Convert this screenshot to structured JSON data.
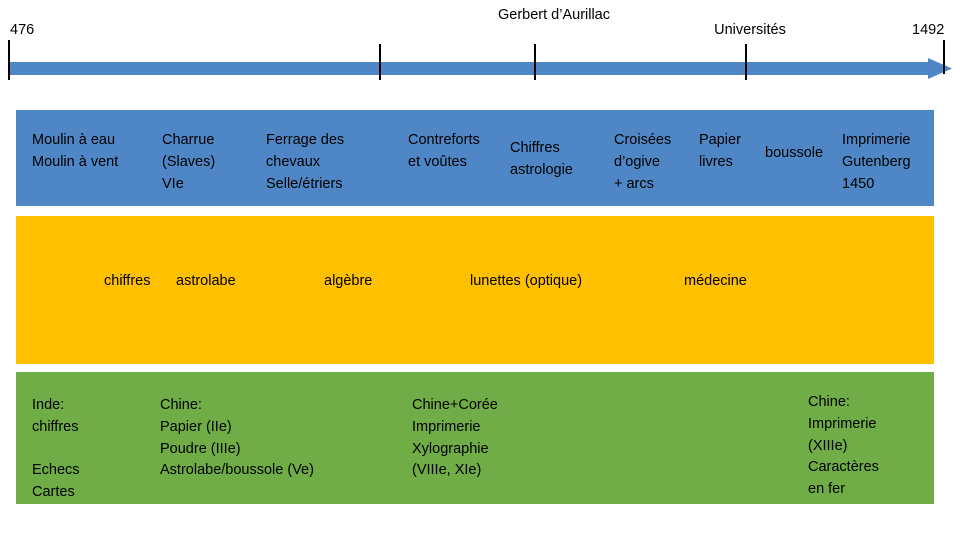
{
  "timeline": {
    "start_label": "476",
    "end_label": "1492",
    "markers": [
      {
        "label": "Gerbert\nd’Aurillac"
      },
      {
        "label": "Universités"
      }
    ],
    "arrow_color": "#4f87c6"
  },
  "bands": {
    "blue": {
      "color": "#4f87c6",
      "items": [
        {
          "text": "Moulin à eau\nMoulin à vent"
        },
        {
          "text": "Charrue\n(Slaves)\nVIe"
        },
        {
          "text": "Ferrage des\nchevaux\nSelle/étriers"
        },
        {
          "text": "Contreforts\net voûtes"
        },
        {
          "text": "Chiffres\nastrologie"
        },
        {
          "text": "Croisées\nd’ogive\n+ arcs"
        },
        {
          "text": "Papier\nlivres"
        },
        {
          "text": "boussole"
        },
        {
          "text": "Imprimerie\nGutenberg\n1450"
        }
      ]
    },
    "yellow": {
      "color": "#ffc000",
      "items": [
        {
          "text": "chiffres"
        },
        {
          "text": "astrolabe"
        },
        {
          "text": "algèbre"
        },
        {
          "text": "lunettes (optique)"
        },
        {
          "text": "médecine"
        }
      ]
    },
    "green": {
      "color": "#70ad47",
      "items": [
        {
          "text": "Inde:\nchiffres\n\nEchecs\nCartes"
        },
        {
          "text": "Chine:\nPapier (IIe)\nPoudre (IIIe)\nAstrolabe/boussole (Ve)"
        },
        {
          "text": "Chine+Corée\nImprimerie\nXylographie\n(VIIIe, XIe)"
        },
        {
          "text": "Chine:\nImprimerie\n(XIIIe)\nCaractères\nen fer"
        }
      ]
    }
  }
}
